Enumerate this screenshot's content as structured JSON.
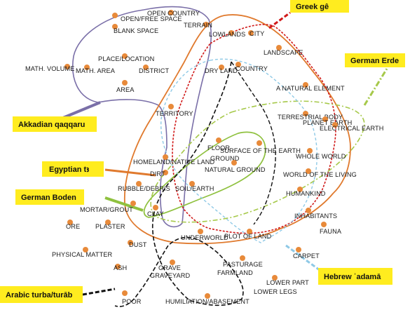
{
  "colors": {
    "akkadian": "#7a6fa8",
    "egyptian": "#e07a2e",
    "greek": "#d01818",
    "german_erde": "#a6c94a",
    "german_boden": "#8fc13f",
    "hebrew": "#8ec9e6",
    "arabic": "#111111",
    "node": "#e88a3a",
    "tag_fill": "#ffec1f"
  },
  "nodes": {
    "open_country": "OPEN COUNTRY",
    "open_free_space": "OPEN/FREE SPACE",
    "terrain": "TERRAIN",
    "blank_space": "BLANK SPACE",
    "lowlands": "LOWLANDS",
    "city": "CITY",
    "landscape": "LANDSCAPE",
    "place_location": "PLACE/LOCATION",
    "math_volume": "MATH. VOLUME",
    "math_area": "MATH. AREA",
    "district": "DISTRICT",
    "dry_land": "DRY LAND",
    "country": "COUNTRY",
    "area": "AREA",
    "natural_element": "A NATURAL ELEMENT",
    "territory": "TERRITORY",
    "terrestrial_body": "TERRESTRIAL BODY",
    "planet_earth": "PLANET EARTH",
    "electrical_earth": "ELECTRICAL EARTH",
    "floor": "FLOOR",
    "ground": "GROUND",
    "surface_of_the_earth": "SURFACE OF THE EARTH",
    "whole_world": "WHOLE WORLD",
    "homeland": "HOMELAND/NATIVE LAND",
    "natural_ground": "NATURAL GROUND",
    "dirt": "DIRT",
    "world_of_the_living": "WORLD OF THE LIVING",
    "rubble": "RUBBLE/DEBRIS",
    "soil_earth": "SOIL/EARTH",
    "humankind": "HUMANKIND",
    "mortar": "MORTAR/GROUT",
    "clay": "CLAY",
    "inhabitants": "INHABITANTS",
    "ore": "ORE",
    "plaster": "PLASTER",
    "underworld": "UNDERWORLD",
    "plot_of_land": "PLOT OF LAND",
    "fauna": "FAUNA",
    "dust": "DUST",
    "physical_matter": "PHYSICAL MATTER",
    "carpet": "CARPET",
    "ash": "ASH",
    "grave": "GRAVE",
    "graveyard": "GRAVEYARD",
    "pasturage": "PASTURAGE",
    "farmland": "FARMLAND",
    "lower_part": "LOWER PART",
    "lower_legs": "LOWER LEGS",
    "poor": "POOR",
    "humiliation": "HUMILIATION/ABASEMENT"
  },
  "tags": {
    "greek": "Greek gê",
    "german_erde": "German Erde",
    "akkadian": "Akkadian qaqqaru",
    "egyptian": "Egyptian tꜣ",
    "german_boden": "German Boden",
    "hebrew": "Hebrew ʾadamā",
    "arabic": "Arabic turba/turāb"
  }
}
